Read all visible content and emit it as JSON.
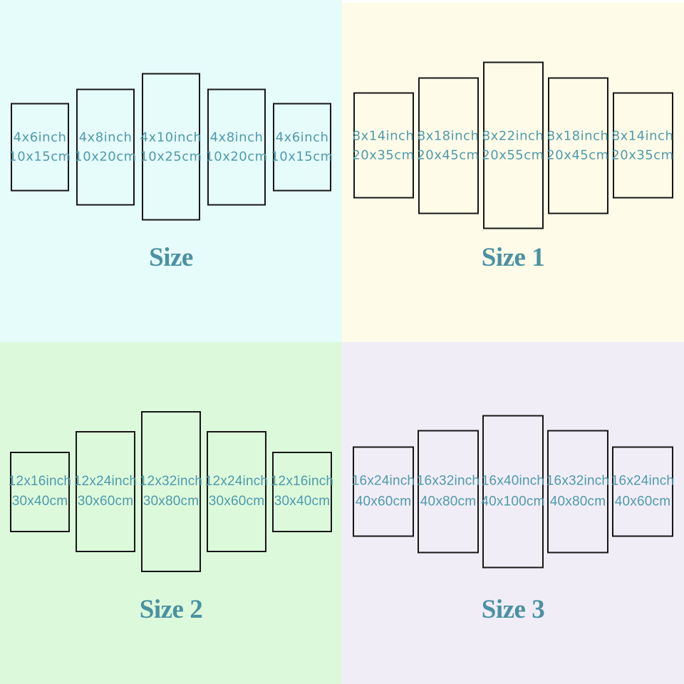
{
  "image_description": "Five-piece canvas wall-art size chart with four size options",
  "colors": {
    "quadrant_backgrounds": {
      "size": "#e6fcfb",
      "size_1": "#fefce8",
      "size_2": "#dcfadb",
      "size_3": "#f1edf7"
    },
    "panel_border": "#161616",
    "panel_label_text": "#4f9aac",
    "title_text": "#4b91a2"
  },
  "quadrants": [
    {
      "title": "Size",
      "panels": [
        {
          "inch": "4x6inch",
          "cm": "10x15cm"
        },
        {
          "inch": "4x8inch",
          "cm": "10x20cm"
        },
        {
          "inch": "4x10inch",
          "cm": "10x25cm"
        },
        {
          "inch": "4x8inch",
          "cm": "10x20cm"
        },
        {
          "inch": "4x6inch",
          "cm": "10x15cm"
        }
      ]
    },
    {
      "title": "Size 1",
      "panels": [
        {
          "inch": "8x14inch",
          "cm": "20x35cm"
        },
        {
          "inch": "8x18inch",
          "cm": "20x45cm"
        },
        {
          "inch": "8x22inch",
          "cm": "20x55cm"
        },
        {
          "inch": "8x18inch",
          "cm": "20x45cm"
        },
        {
          "inch": "8x14inch",
          "cm": "20x35cm"
        }
      ]
    },
    {
      "title": "Size 2",
      "panels": [
        {
          "inch": "12x16inch",
          "cm": "30x40cm"
        },
        {
          "inch": "12x24inch",
          "cm": "30x60cm"
        },
        {
          "inch": "12x32inch",
          "cm": "30x80cm"
        },
        {
          "inch": "12x24inch",
          "cm": "30x60cm"
        },
        {
          "inch": "12x16inch",
          "cm": "30x40cm"
        }
      ]
    },
    {
      "title": "Size 3",
      "panels": [
        {
          "inch": "16x24inch",
          "cm": "40x60cm"
        },
        {
          "inch": "16x32inch",
          "cm": "40x80cm"
        },
        {
          "inch": "16x40inch",
          "cm": "40x100cm"
        },
        {
          "inch": "16x32inch",
          "cm": "40x80cm"
        },
        {
          "inch": "16x24inch",
          "cm": "40x60cm"
        }
      ]
    }
  ]
}
